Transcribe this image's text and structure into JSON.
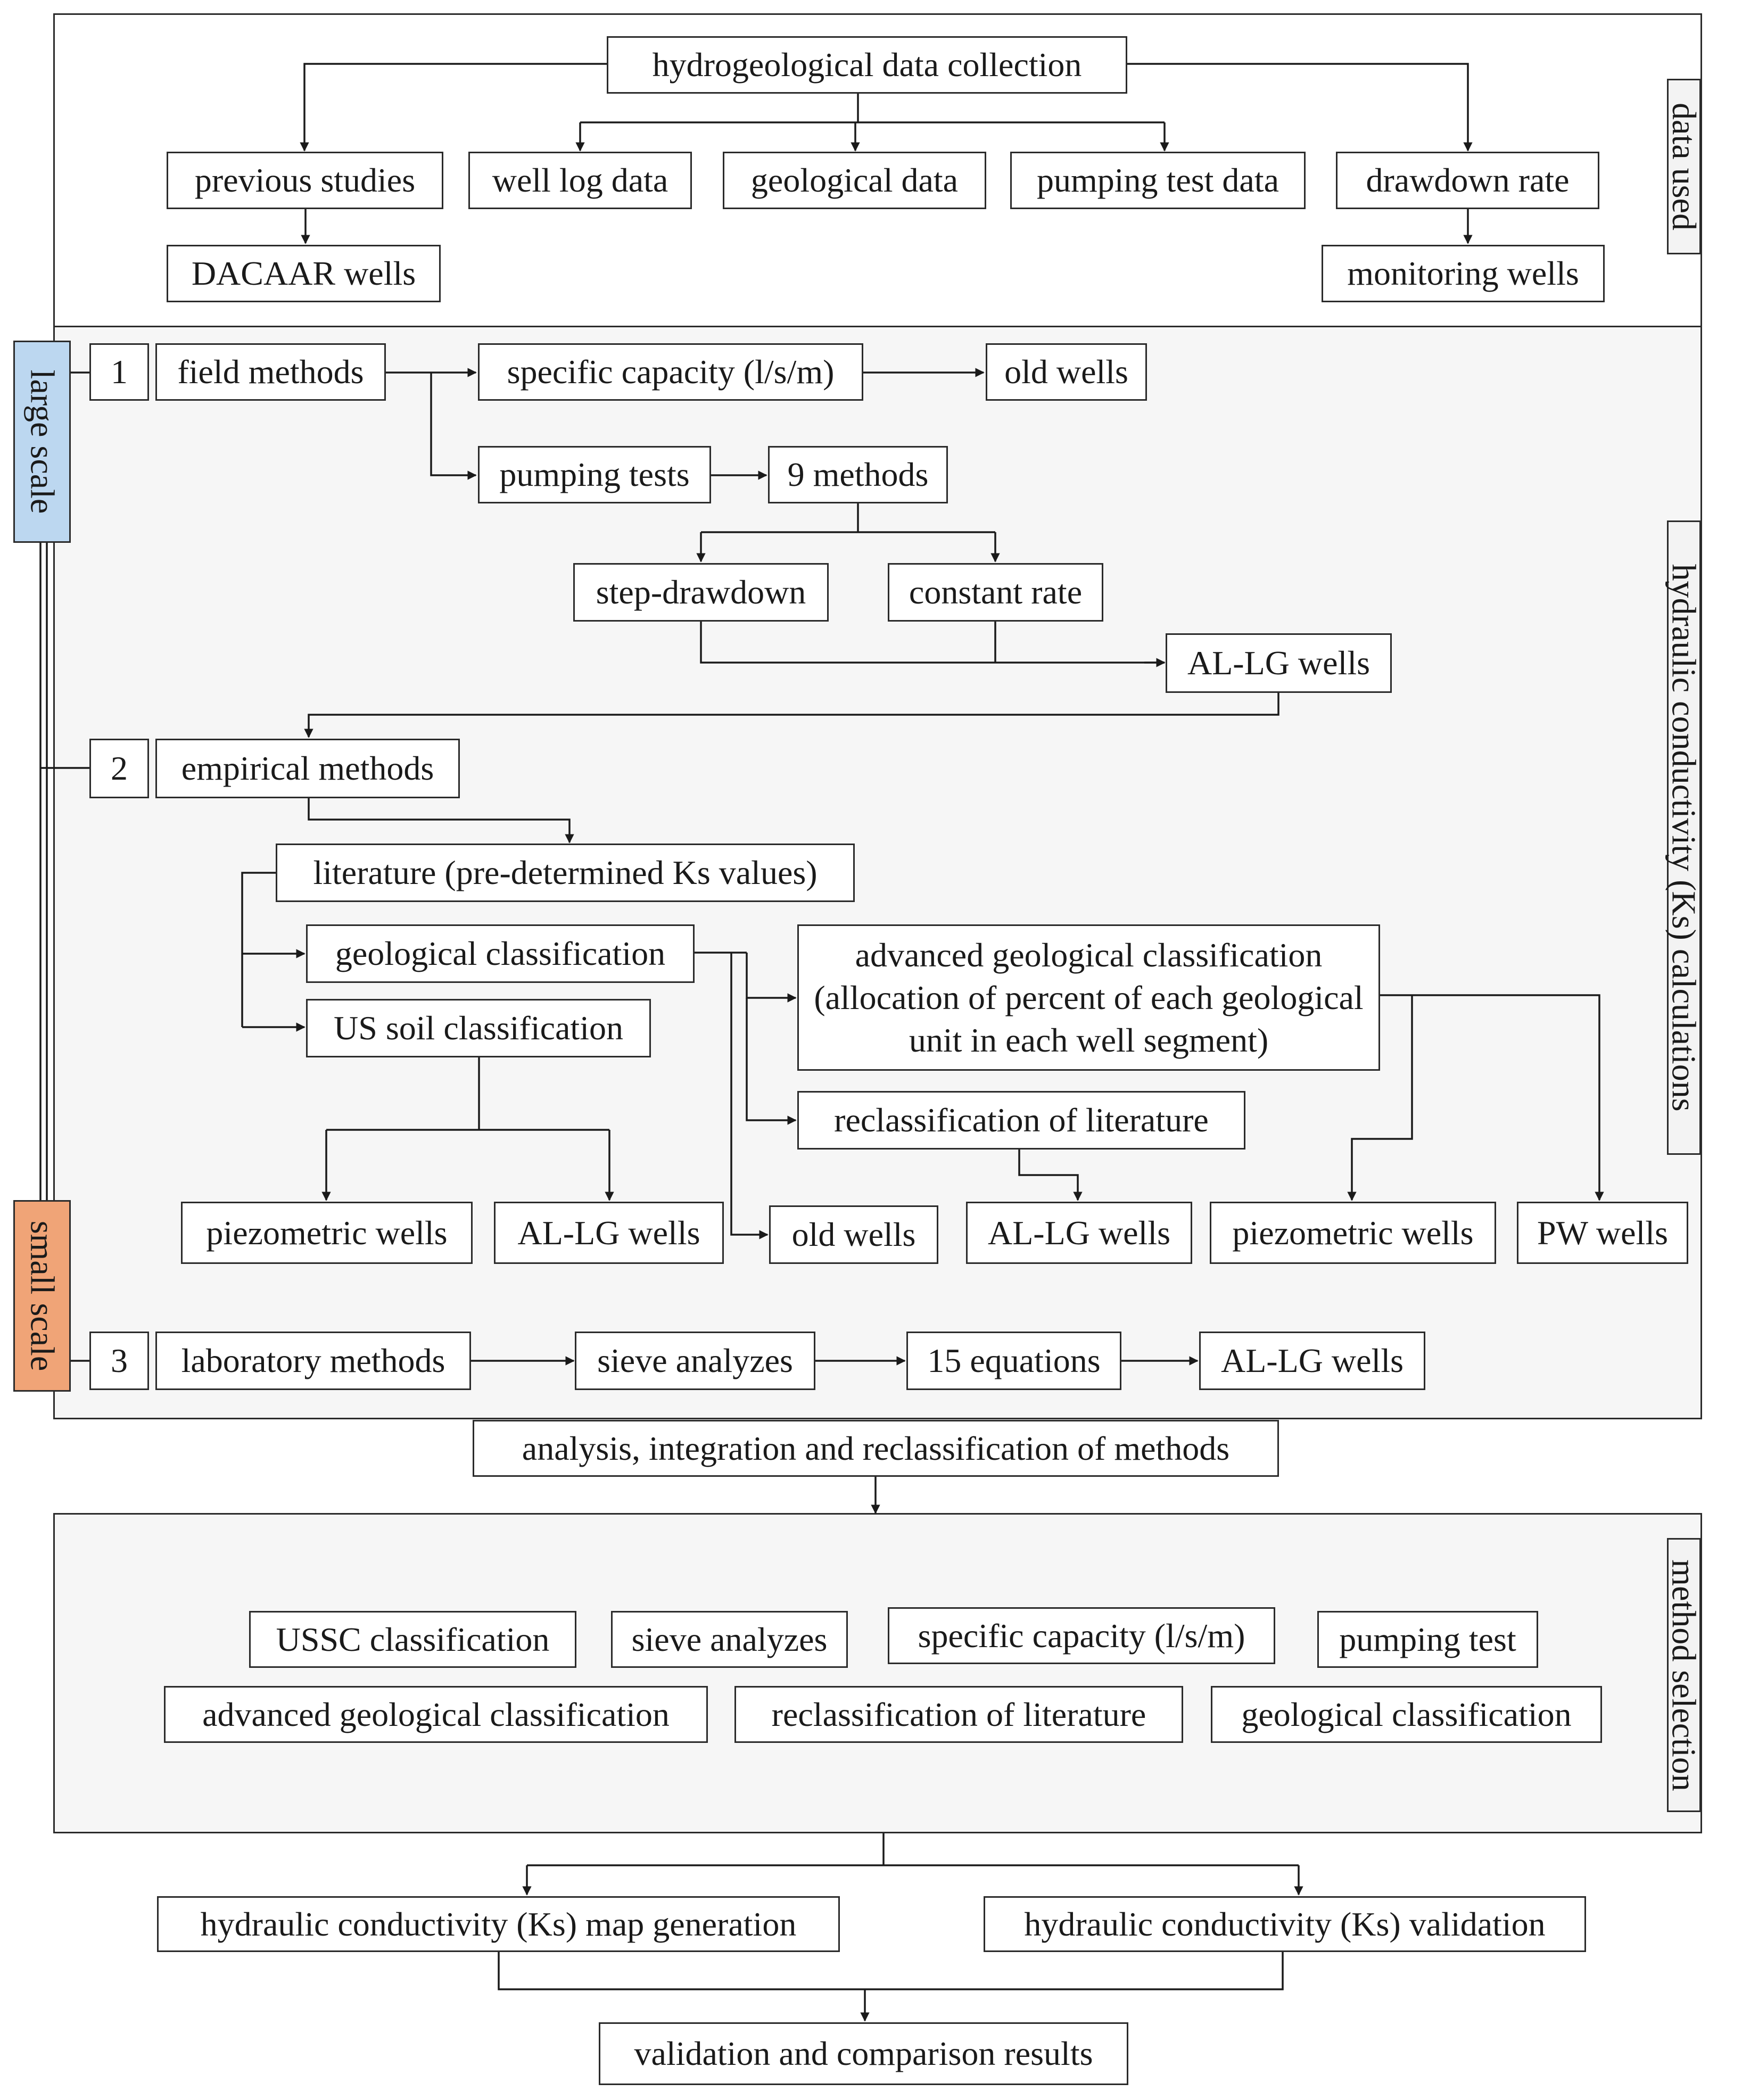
{
  "colors": {
    "line": "#1a1a1a",
    "panel": "#f6f6f6",
    "large_scale": "#bcd7f0",
    "small_scale": "#f0a477"
  },
  "labels": {
    "data_used": "data used",
    "hydraulic": "hydraulic conductivity (Ks) calculations",
    "method_selection": "method selection",
    "large_scale": "large scale",
    "small_scale": "small scale"
  },
  "data_section": {
    "collection": "hydrogeological data collection",
    "previous_studies": "previous studies",
    "well_log": "well log data",
    "geological_data": "geological data",
    "pumping_test_data": "pumping test data",
    "drawdown_rate": "drawdown rate",
    "dacaar": "DACAAR wells",
    "monitoring": "monitoring wells"
  },
  "field": {
    "num": "1",
    "title": "field methods",
    "specific_capacity": "specific capacity (l/s/m)",
    "old_wells": "old wells",
    "pumping_tests": "pumping tests",
    "nine_methods": "9 methods",
    "step_drawdown": "step-drawdown",
    "constant_rate": "constant rate",
    "alg_wells": "AL-LG wells"
  },
  "empirical": {
    "num": "2",
    "title": "empirical methods",
    "literature": "literature (pre-determined Ks values)",
    "geo_class": "geological classification",
    "us_soil": "US soil classification",
    "advanced": "advanced geological classification (allocation of percent of each geological unit in each well segment)",
    "reclass": "reclassification of literature",
    "piezo1": "piezometric wells",
    "alg1": "AL-LG wells",
    "old_wells": "old wells",
    "alg2": "AL-LG wells",
    "piezo2": "piezometric wells",
    "pw_wells": "PW wells"
  },
  "lab": {
    "num": "3",
    "title": "laboratory methods",
    "sieve": "sieve analyzes",
    "equations": "15 equations",
    "alg_wells": "AL-LG wells"
  },
  "analysis": "analysis, integration and reclassification of methods",
  "selection": {
    "ussc": "USSC classification",
    "sieve": "sieve analyzes",
    "specific_capacity": "specific capacity (l/s/m)",
    "pumping_test": "pumping test",
    "advanced": "advanced geological classification",
    "reclass": "reclassification of literature",
    "geo_class": "geological classification"
  },
  "outputs": {
    "map_generation": "hydraulic conductivity (Ks) map generation",
    "validation": "hydraulic conductivity (Ks) validation",
    "results": "validation and comparison results"
  }
}
